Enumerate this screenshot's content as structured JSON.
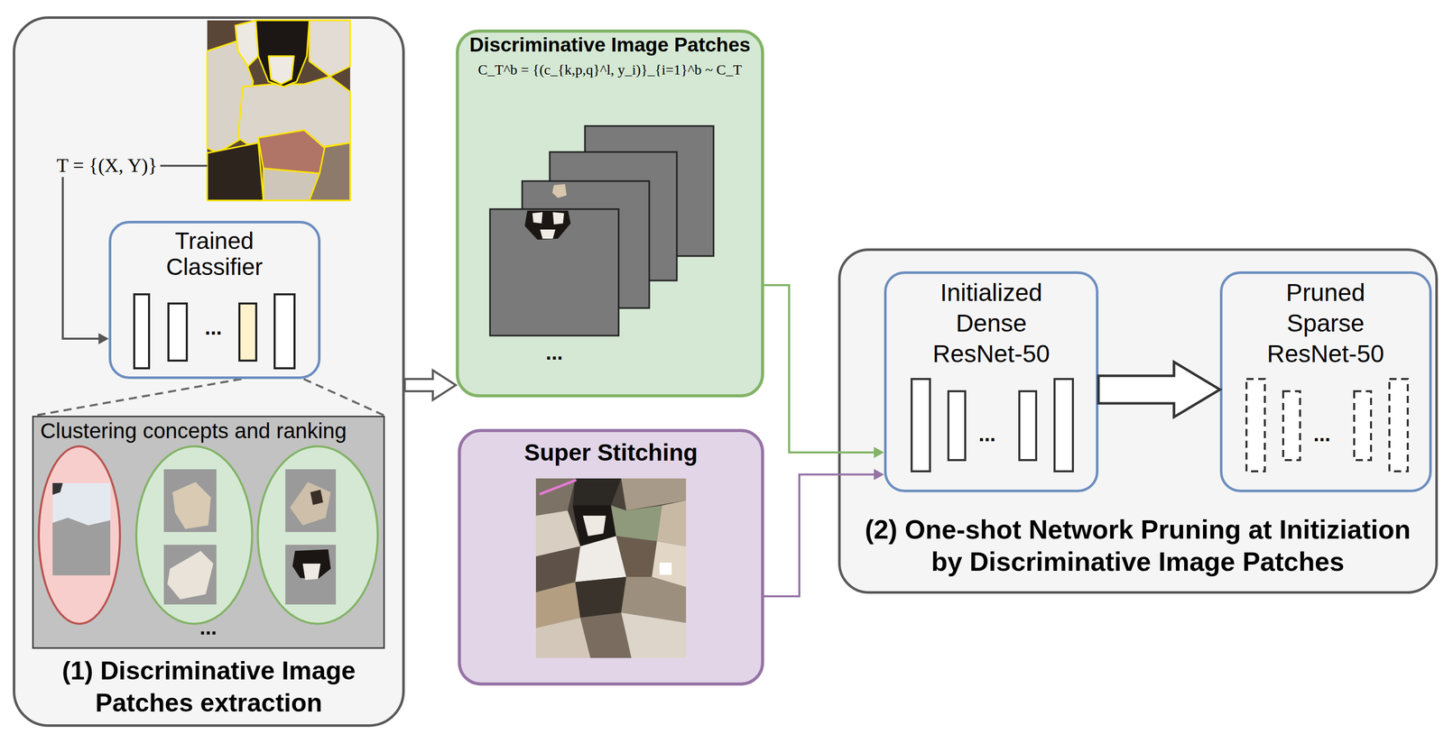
{
  "diagram": {
    "nodes": [
      {
        "text": [
          "(1) Discriminative Image Patches extraction"
        ]
      },
      {
        "text": [
          "Trained Classifier",
          "..."
        ],
        "in": 0
      },
      {
        "text": [
          "Clustering concepts and ranking",
          "..."
        ],
        "in": 0
      },
      {
        "text": [
          "Discriminative Image Patches",
          "C_T^b = {(c_{k,p,q}^l, y_i)}_{i=1}^b ~ C_T",
          "..."
        ]
      },
      {
        "text": [
          "Super Stitching"
        ]
      },
      {
        "text": [
          "(2) One-shot Network Pruning at Initiziation by Discriminative Image Patches"
        ]
      },
      {
        "text": [
          "Initialized Dense ResNet-50",
          "..."
        ],
        "in": 5
      },
      {
        "text": [
          "Pruned Sparse ResNet-50",
          "..."
        ],
        "in": 5
      }
    ],
    "edges": [
      {
        "from": 0,
        "to": 3,
        "arrow": "to"
      },
      {
        "from": 3,
        "to": 6,
        "arrow": "to"
      },
      {
        "from": 4,
        "to": 6,
        "arrow": "to"
      },
      {
        "from": 6,
        "to": 7,
        "arrow": "to"
      }
    ],
    "labels": [
      "T = {(X, Y)}"
    ]
  }
}
